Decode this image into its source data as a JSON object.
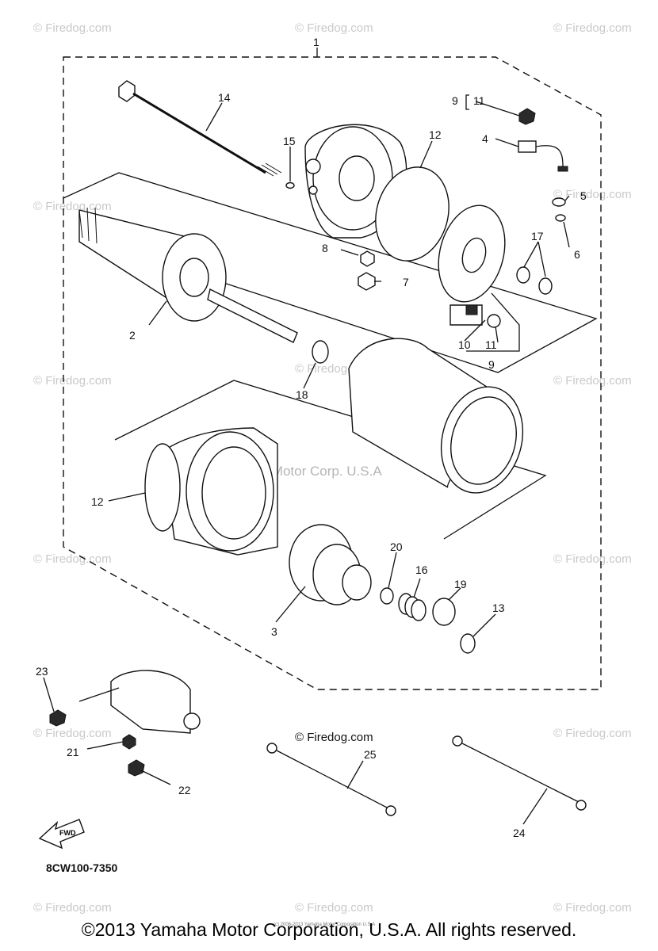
{
  "diagram_code": "8CW100-7350",
  "fwd_label": "FWD",
  "center_watermark": "Yamaha Motor Corp. U.S.A",
  "watermark": "© Firedog.com",
  "mid_watermark": "© Firedog.com",
  "tiny_notice": "(c) 2006-2013 Yamaha Motor Corporation U.S.A",
  "copyright": "©2013 Yamaha Motor Corporation, U.S.A. All rights reserved.",
  "callouts": {
    "c1": "1",
    "c2": "2",
    "c3": "3",
    "c4": "4",
    "c5": "5",
    "c6": "6",
    "c7": "7",
    "c8": "8",
    "c9a": "9",
    "c9b": "9",
    "c10": "10",
    "c11a": "11",
    "c11b": "11",
    "c12a": "12",
    "c12b": "12",
    "c13": "13",
    "c14": "14",
    "c15": "15",
    "c16": "16",
    "c17": "17",
    "c18": "18",
    "c19": "19",
    "c20": "20",
    "c21": "21",
    "c22": "22",
    "c23": "23",
    "c24": "24",
    "c25": "25"
  }
}
